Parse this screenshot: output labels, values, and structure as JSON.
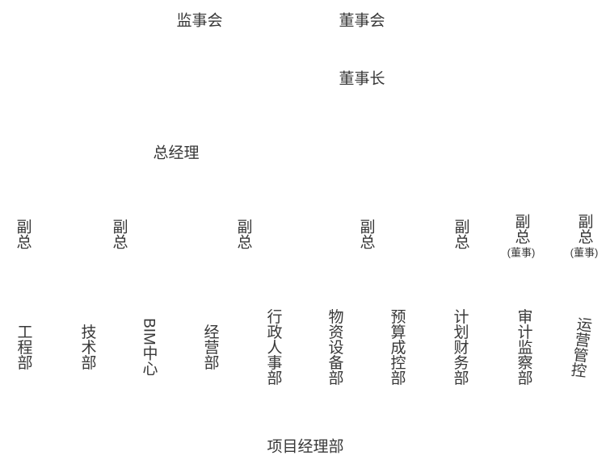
{
  "page": {
    "background_color": "#ffffff",
    "text_color": "#383838"
  },
  "org_chart": {
    "top_level": {
      "supervisory_board": "监事会",
      "board_of_directors": "董事会",
      "chairman": "董事长",
      "general_manager": "总经理"
    },
    "vice_presidents": [
      {
        "label": "副总"
      },
      {
        "label": "副总"
      },
      {
        "label": "副总"
      },
      {
        "label": "副总"
      },
      {
        "label": "副总"
      },
      {
        "label": "副总",
        "suffix": "(董事)"
      },
      {
        "label": "副总",
        "suffix": "(董事)"
      }
    ],
    "departments": [
      {
        "label": "工程部"
      },
      {
        "label": "技术部"
      },
      {
        "label": "BIM中心"
      },
      {
        "label": "经营部"
      },
      {
        "label": "行政人事部"
      },
      {
        "label": "物资设备部"
      },
      {
        "label": "预算成控部"
      },
      {
        "label": "计划财务部"
      },
      {
        "label": "审计监察部"
      },
      {
        "label": "运营管控"
      }
    ],
    "bottom_level": {
      "project_manager_dept": "项目经理部"
    }
  }
}
